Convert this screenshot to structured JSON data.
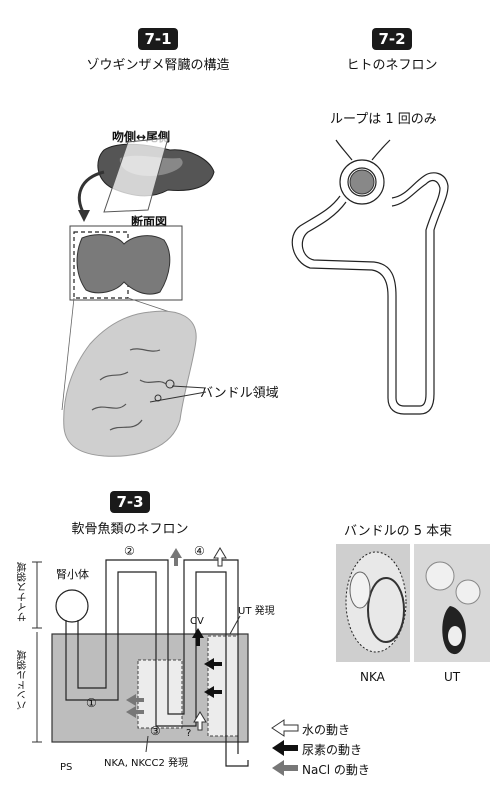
{
  "panel_7_1": {
    "badge": "7-1",
    "title": "ゾウギンザメ腎臓の構造",
    "section_label": "吻側↔尾側",
    "cross_label": "断面図",
    "bundle_label": "バンドル領域"
  },
  "panel_7_2": {
    "badge": "7-2",
    "title": "ヒトのネフロン",
    "loop_label": "ループは 1 回のみ"
  },
  "panel_7_3": {
    "badge": "7-3",
    "title": "軟骨魚類のネフロン",
    "renal_corpuscle": "腎小体",
    "sinus_zone": "サイナス領域",
    "bundle_zone": "バンドル領域",
    "ut_expression": "UT 発現",
    "cv": "CV",
    "ps": "PS",
    "nka_expression": "NKA, NKCC2 発現",
    "segments": [
      "①",
      "②",
      "③",
      "④"
    ],
    "question": "?",
    "legend": [
      {
        "label": "水の動き",
        "style": "white"
      },
      {
        "label": "尿素の動き",
        "style": "black"
      },
      {
        "label": "NaCl の動き",
        "style": "gray"
      }
    ]
  },
  "bundle_micro": {
    "title": "バンドルの 5 本束",
    "label_left": "NKA",
    "label_right": "UT"
  },
  "colors": {
    "badge_bg": "#1a1a1a",
    "bundle_fill": "#bdbdbd",
    "ut_zone": "#ececec",
    "gray_arrow": "#777777"
  }
}
